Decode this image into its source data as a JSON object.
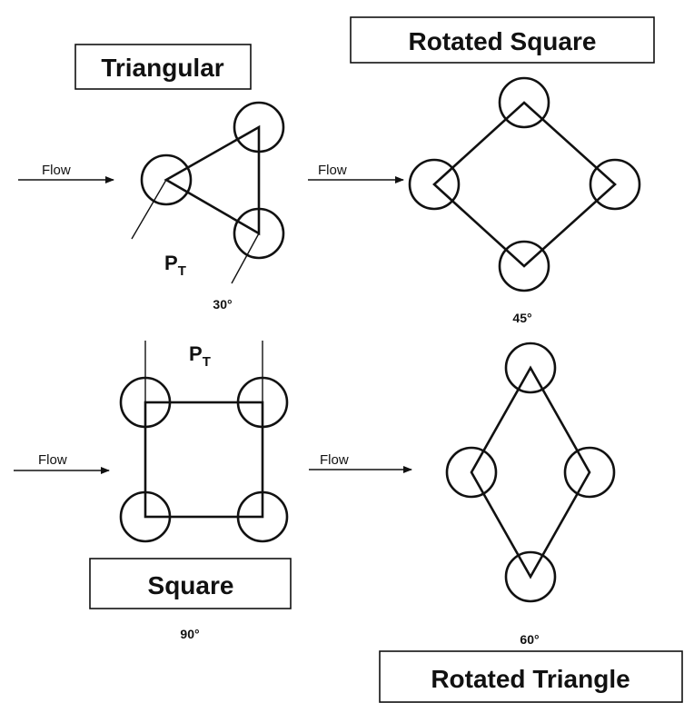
{
  "titles": {
    "triangular": "Triangular",
    "rotated_square": "Rotated Square",
    "square": "Square",
    "rotated_triangle": "Rotated Triangle"
  },
  "flow_label": "Flow",
  "angles": {
    "triangular": "30°",
    "rotated_square": "45°",
    "square": "90°",
    "rotated_triangle": "60°"
  },
  "pitch": {
    "symbol": "P",
    "subscript": "T"
  },
  "colors": {
    "ink": "#111111",
    "background": "#ffffff"
  }
}
